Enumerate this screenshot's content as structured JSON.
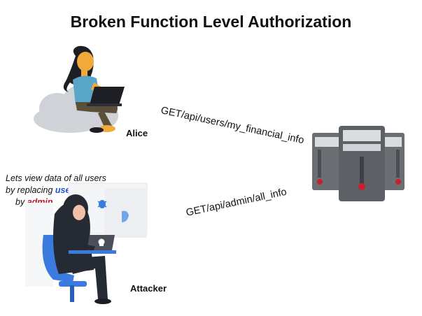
{
  "title": "Broken Function Level Authorization",
  "actors": {
    "user_name": "Alice",
    "attacker_name": "Attacker"
  },
  "requests": {
    "user_request": "GET/api/users/my_financial_info",
    "attacker_request": "GET/api/admin/all_info"
  },
  "attacker_note": {
    "line1": "Lets view data of all users",
    "line2_prefix": "by replacing",
    "line2_highlight": "users",
    "line3_prefix": "by",
    "line3_highlight": "admin"
  },
  "colors": {
    "users_highlight": "#1f4fd8",
    "admin_highlight": "#c0182a",
    "server_body": "#6b6e73",
    "server_light": "#dadcdf",
    "server_led": "#c8202c",
    "cloud": "#cfd2d6",
    "alice_shirt": "#5aa6c9",
    "attacker_hoodie": "#262a33",
    "chair": "#3b7be0"
  },
  "icons": [
    "cloud-icon",
    "laptop-icon",
    "server-icon",
    "bug-icon",
    "skull-icon"
  ]
}
